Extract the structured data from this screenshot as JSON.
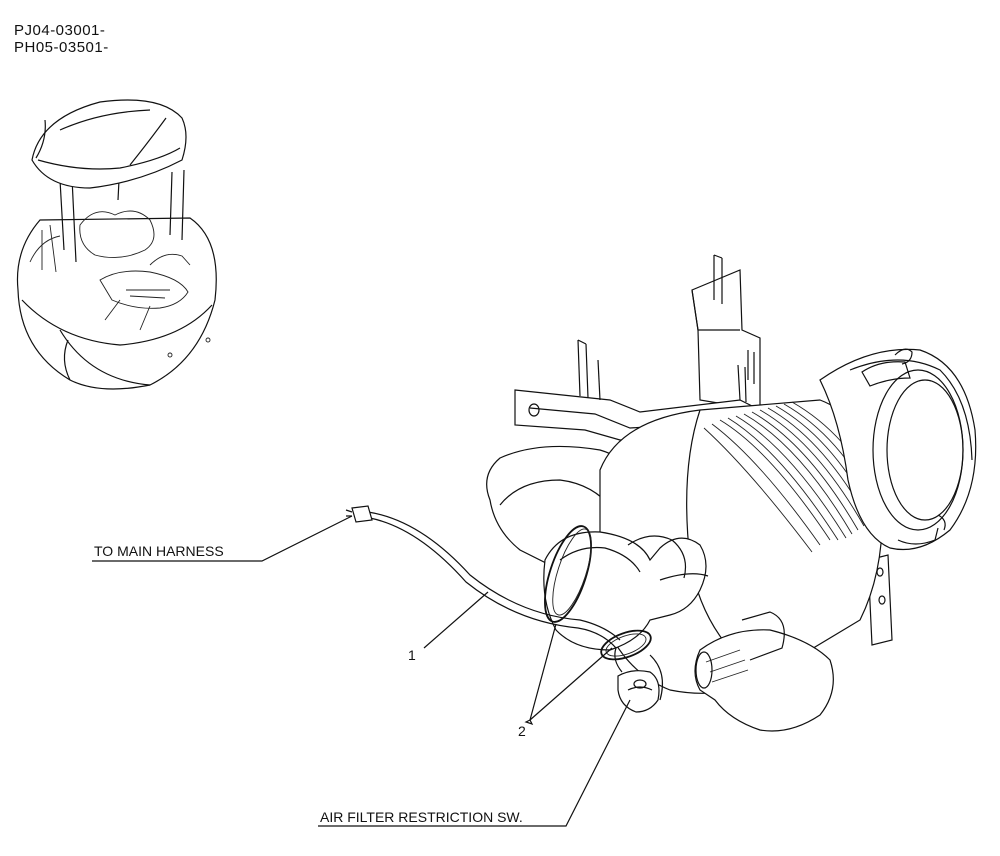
{
  "header": {
    "serial_1": "PJ04-03001-",
    "serial_2": "PH05-03501-"
  },
  "callouts": {
    "to_main_harness": "TO MAIN HARNESS",
    "part_1": "1",
    "part_2": "2",
    "air_filter_switch": "AIR FILTER RESTRICTION SW."
  }
}
